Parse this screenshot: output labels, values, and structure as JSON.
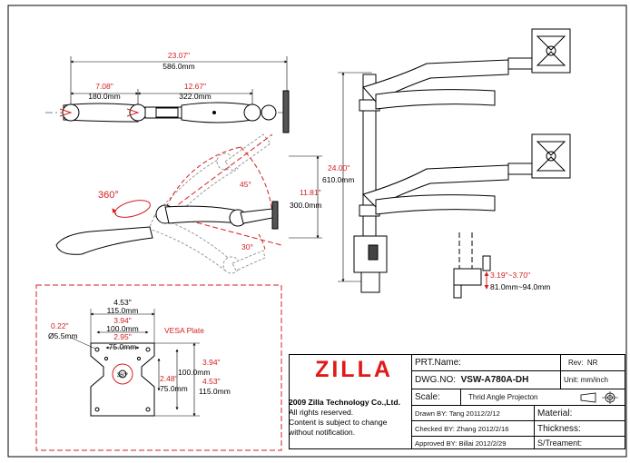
{
  "top_view": {
    "overall_in": "23.07\"",
    "overall_mm": "586.0mm",
    "arm1_in": "7.08\"",
    "arm1_mm": "180.0mm",
    "arm2_in": "12.67\"",
    "arm2_mm": "322.0mm"
  },
  "rotation_view": {
    "angle360": "360°",
    "angle45": "45°",
    "angle30": "30°",
    "height_in": "11.81\"",
    "height_mm": "300.0mm"
  },
  "side_view": {
    "pole_in": "24.00\"",
    "pole_mm": "610.0mm"
  },
  "clamp_view": {
    "range_in": "3.19\"~3.70\"",
    "range_mm": "81.0mm~94.0mm"
  },
  "vesa": {
    "title": "VESA Plate",
    "w_outer_in": "4.53\"",
    "w_outer_mm": "115.0mm",
    "w_mid_in": "3.94\"",
    "w_mid_mm": "100.0mm",
    "w_inner_in": "2.95\"",
    "w_inner_mm": "75.0mm",
    "hole_in": "0.22\"",
    "hole_mm": "Ø5.5mm",
    "h_inner_in": "2.48\"",
    "h_inner_mm": "75.0mm",
    "h_mid_in": "3.94\"",
    "h_mid_mm": "100.0mm",
    "h_outer_in": "4.53\"",
    "h_outer_mm": "115.0mm",
    "center_label": "360°"
  },
  "company": {
    "logo": "ZILLA",
    "name": "2009 Zilla Technology Co.,Ltd.",
    "line2": "All rights reserved.",
    "line3": "Content is subject to change",
    "line4": "without notification."
  },
  "title_block": {
    "prt_name_label": "PRT.Name:",
    "rev_label": "Rev:",
    "rev_value": "NR",
    "dwg_no_label": "DWG.NO:",
    "dwg_no_value": "VSW-A780A-DH",
    "unit": "Unit: mm/inch",
    "scale_label": "Scale:",
    "projection": "Thrid Angle Projecton",
    "drawn_by": "Drawn BY:  Tang  20112/2/12",
    "material_label": "Material:",
    "checked_by": "Checked BY:  Zhang  2012/2/16",
    "thickness_label": "Thickness:",
    "approved_by": "Approved BY:  Billai  2012/2/29",
    "treatment_label": "S/Treament:"
  },
  "colors": {
    "dimension_red": "#d42020",
    "logo_red": "#e11919"
  }
}
